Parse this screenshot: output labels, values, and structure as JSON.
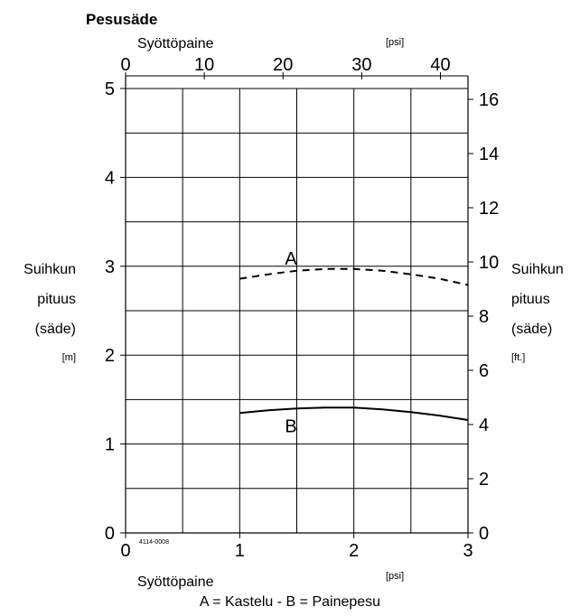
{
  "chart_data": {
    "type": "line",
    "title": "Pesusäde",
    "top_axis": {
      "label": "Syöttöpaine",
      "unit": "[psi]",
      "ticks": [
        "0",
        "10",
        "20",
        "30",
        "40"
      ],
      "tick_values": [
        0,
        10,
        20,
        30,
        40
      ],
      "range": [
        0,
        43.5
      ]
    },
    "bottom_axis": {
      "label": "Syöttöpaine",
      "unit": "[psi]",
      "ticks": [
        "0",
        "1",
        "2",
        "3"
      ],
      "tick_values": [
        0,
        1,
        2,
        3
      ],
      "range": [
        0,
        3
      ]
    },
    "left_axis": {
      "label_lines": [
        "Suihkun",
        "pituus",
        "(säde)"
      ],
      "unit": "[m]",
      "ticks": [
        "0",
        "1",
        "2",
        "3",
        "4",
        "5"
      ],
      "tick_values": [
        0,
        1,
        2,
        3,
        4,
        5
      ],
      "range": [
        0,
        5
      ]
    },
    "right_axis": {
      "label_lines": [
        "Suihkun",
        "pituus",
        "(säde)"
      ],
      "unit": "[ft.]",
      "ticks": [
        "0",
        "2",
        "4",
        "6",
        "8",
        "10",
        "12",
        "14",
        "16"
      ],
      "tick_values": [
        0,
        2,
        4,
        6,
        8,
        10,
        12,
        14,
        16
      ],
      "range": [
        0,
        16.4
      ]
    },
    "grid": true,
    "figure_code": "4114-0008",
    "legend": "A = Kastelu - B = Painepesu",
    "series": [
      {
        "name": "A",
        "style": "dashed",
        "x": [
          1.0,
          1.25,
          1.5,
          1.75,
          2.0,
          2.25,
          2.5,
          2.75,
          3.0
        ],
        "y": [
          2.86,
          2.91,
          2.95,
          2.97,
          2.97,
          2.95,
          2.91,
          2.86,
          2.79
        ]
      },
      {
        "name": "B",
        "style": "solid",
        "x": [
          1.0,
          1.25,
          1.5,
          1.75,
          2.0,
          2.25,
          2.5,
          2.75,
          3.0
        ],
        "y": [
          1.35,
          1.38,
          1.4,
          1.41,
          1.41,
          1.39,
          1.36,
          1.32,
          1.27
        ]
      }
    ]
  }
}
